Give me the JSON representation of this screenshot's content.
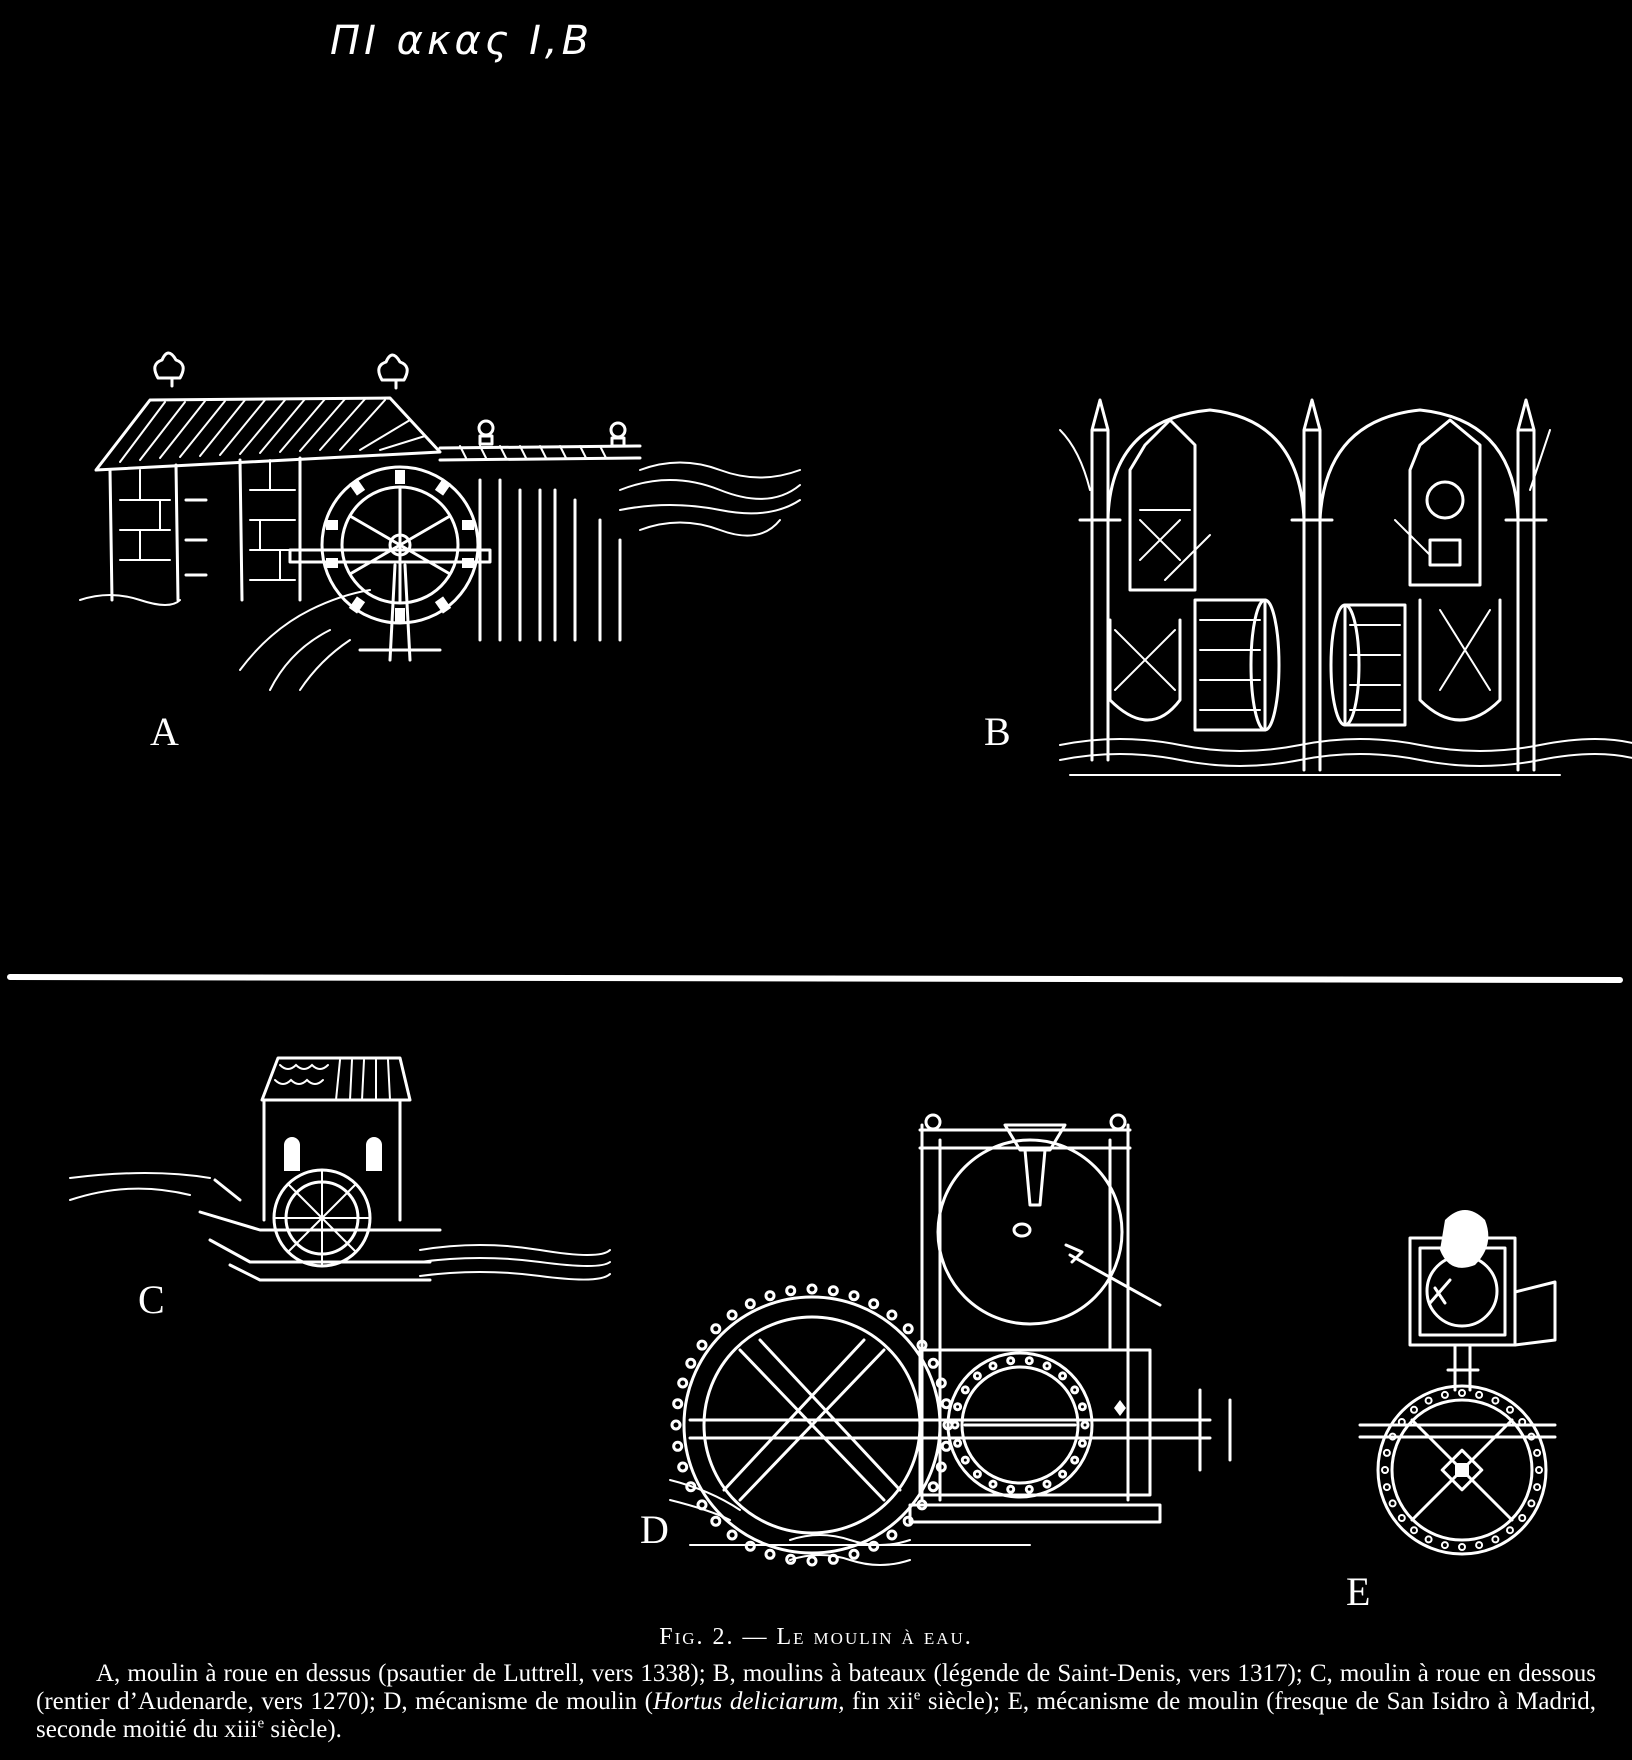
{
  "handwritten_note": "ΠΙ ακας Ι,Β",
  "panel_labels": {
    "a": "A",
    "b": "B",
    "c": "C",
    "d": "D",
    "e": "E"
  },
  "caption": {
    "title": "Fig. 2. — Le moulin à eau.",
    "segments": {
      "s1": "A, moulin à roue en dessus (psautier de Luttrell, vers 1338); B, moulins à bateaux (légende de Saint-Denis, vers 1317); C, moulin à roue en dessous (rentier d’Audenarde, vers 1270); D, mécanisme de moulin (",
      "s2": "Hortus deliciarum,",
      "s3": " fin xii",
      "s4": "e",
      "s5": " siècle); E, mécanisme de moulin (fresque de San Isidro à Madrid, seconde moitié du xiii",
      "s6": "e",
      "s7": " siècle)."
    }
  },
  "colors": {
    "background": "#000000",
    "ink": "#ffffff"
  }
}
